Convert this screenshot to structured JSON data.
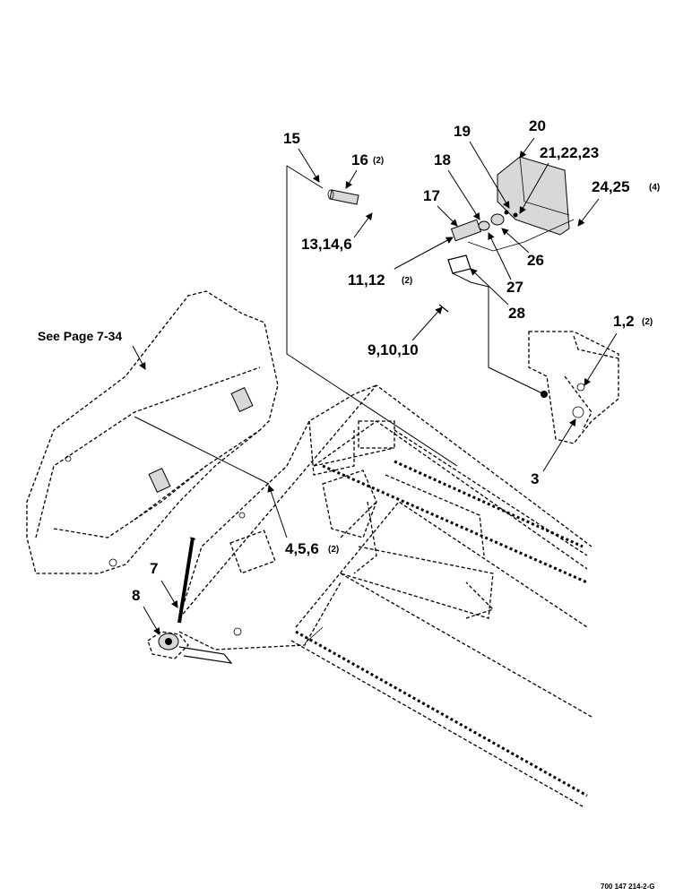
{
  "callouts": {
    "c1": {
      "text": "1,2",
      "qty": "(2)"
    },
    "c3": {
      "text": "3"
    },
    "c4": {
      "text": "4,5,6",
      "qty": "(2)"
    },
    "c7": {
      "text": "7"
    },
    "c8": {
      "text": "8"
    },
    "c9": {
      "text": "9,10,10"
    },
    "c11": {
      "text": "11,12",
      "qty": "(2)"
    },
    "c13": {
      "text": "13,14,6"
    },
    "c15": {
      "text": "15"
    },
    "c16": {
      "text": "16",
      "qty": "(2)"
    },
    "c17": {
      "text": "17"
    },
    "c18": {
      "text": "18"
    },
    "c19": {
      "text": "19"
    },
    "c20": {
      "text": "20"
    },
    "c21": {
      "text": "21,22,23"
    },
    "c24": {
      "text": "24,25",
      "qty": "(4)"
    },
    "c26": {
      "text": "26"
    },
    "c27": {
      "text": "27"
    },
    "c28": {
      "text": "28"
    }
  },
  "see_page": "See Page 7-34",
  "figure_ref": "700 147 214-2-G"
}
